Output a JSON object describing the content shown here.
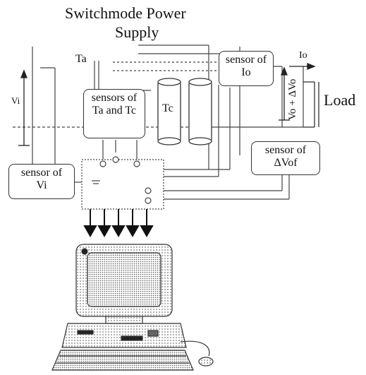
{
  "title_line1": "Switchmode Power",
  "title_line2": "Supply",
  "labels": {
    "ta": "Ta",
    "tc": "Tc",
    "vi": "Vi",
    "io": "Io",
    "vout": "Vo + ΔVo",
    "load": "Load"
  },
  "boxes": {
    "sensor_ta_tc": [
      "sensors of",
      "Ta and Tc"
    ],
    "sensor_io": [
      "sensor of",
      "Io"
    ],
    "sensor_dvof": [
      "sensor of",
      "ΔVof"
    ],
    "sensor_vi": [
      "sensor of",
      "Vi"
    ]
  },
  "icons": [
    "computer-icon",
    "mouse-icon",
    "down-arrow-icon"
  ]
}
